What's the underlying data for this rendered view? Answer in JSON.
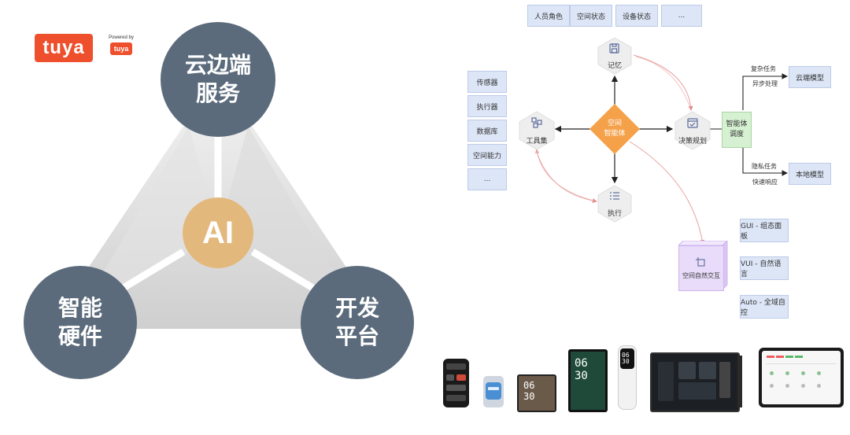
{
  "brand": {
    "logo": "tuya",
    "powered_by": "Powered by",
    "powered_logo": "tuya"
  },
  "triangle": {
    "top": [
      "云边端",
      "服务"
    ],
    "left": [
      "智能",
      "硬件"
    ],
    "right": [
      "开发",
      "平台"
    ],
    "center": "AI",
    "colors": {
      "node": "#5b6b7c",
      "center": "#e3b87c"
    }
  },
  "diagram": {
    "top_boxes": [
      "人员角色",
      "空间状态",
      "设备状态",
      "..."
    ],
    "left_boxes": [
      "传感器",
      "执行器",
      "数据库",
      "空间能力",
      "..."
    ],
    "center": [
      "空间",
      "智能体"
    ],
    "memory": "记忆",
    "tools": "工具集",
    "planning": "决策规划",
    "execute": "执行",
    "scheduler": [
      "智能体",
      "调度"
    ],
    "complex_task": "复杂任务",
    "async": "异步处理",
    "cloud_model": "云端模型",
    "private_task": "隐私任务",
    "fast_response": "快速响应",
    "local_model": "本地模型",
    "interaction": "空间自然交互",
    "modes": [
      "GUI - 组态面板",
      "VUI - 自然语言",
      "Auto - 全域自控"
    ],
    "colors": {
      "center": "#f5a14a",
      "box": "#dde6f7",
      "scheduler": "#d6f0d2",
      "interaction": "#e9dcfa"
    }
  },
  "devices": {
    "clock_a": [
      "06",
      "30"
    ],
    "clock_b": [
      "06",
      "30"
    ],
    "clock_c": [
      "06",
      "30"
    ]
  }
}
